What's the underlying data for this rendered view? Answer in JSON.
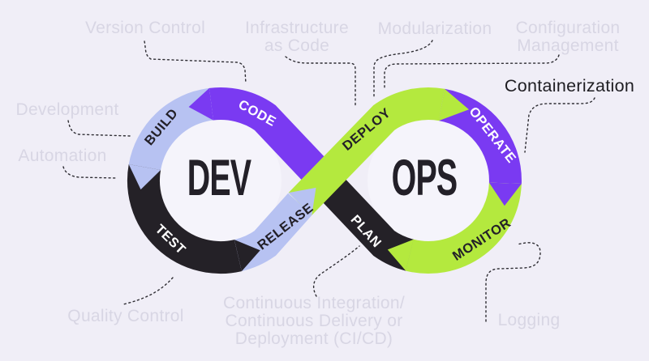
{
  "diagram": {
    "dev_title": "DEV",
    "ops_title": "OPS",
    "segments": {
      "build": {
        "label": "BUILD",
        "color": "#b7c2f2",
        "text_color": "#232028"
      },
      "code": {
        "label": "CODE",
        "color": "#7a3af2",
        "text_color": "#ffffff"
      },
      "test": {
        "label": "TEST",
        "color": "#242127",
        "text_color": "#ffffff"
      },
      "release": {
        "label": "RELEASE",
        "color": "#b7c2f2",
        "text_color": "#232028"
      },
      "deploy": {
        "label": "DEPLOY",
        "color": "#b4e93e",
        "text_color": "#232028"
      },
      "operate": {
        "label": "OPERATE",
        "color": "#7a3af2",
        "text_color": "#ffffff"
      },
      "monitor": {
        "label": "MONITOR",
        "color": "#b4e93e",
        "text_color": "#232028"
      },
      "plan": {
        "label": "PLAN",
        "color": "#242127",
        "text_color": "#ffffff"
      }
    }
  },
  "annotations": {
    "version_control": {
      "text": "Version Control"
    },
    "infrastructure": {
      "line1": "Infrastructure",
      "line2": "as Code"
    },
    "modularization": {
      "text": "Modularization"
    },
    "configuration": {
      "line1": "Configuration",
      "line2": "Management"
    },
    "containerization": {
      "text": "Containerization"
    },
    "development": {
      "text": "Development"
    },
    "automation": {
      "text": "Automation"
    },
    "quality_control": {
      "text": "Quality Control"
    },
    "cicd": {
      "line1": "Continuous Integration/",
      "line2": "Continuous Delivery or",
      "line3": "Deployment (CI/CD)"
    },
    "logging": {
      "text": "Logging"
    }
  },
  "colors": {
    "background": "#f0eef7",
    "loop_inner": "#f5f4fb",
    "purple": "#7a3af2",
    "green": "#b4e93e",
    "periwinkle": "#b7c2f2",
    "black": "#242127",
    "muted_label": "#d8d6e4",
    "dark_label": "#1e1d22",
    "connector": "#2e2d33",
    "title": "#232028"
  }
}
